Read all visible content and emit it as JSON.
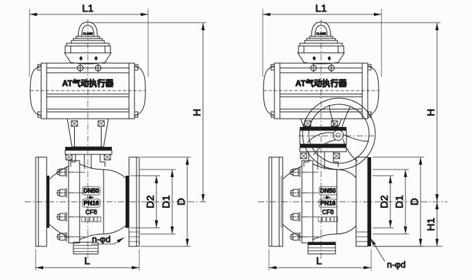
{
  "colors": {
    "line": "#1c1c1c",
    "background": "#fcfcfb",
    "raised_face_fill": "#1c1c1c"
  },
  "left_figure": {
    "description": "flanged ball valve with pneumatic actuator, front section view",
    "dims": {
      "l1": "L1",
      "h": "H",
      "d2": "D2",
      "d1": "D1",
      "d": "D",
      "l": "L",
      "bolt_holes": "n-φd"
    },
    "labels": {
      "actuator": "AT气动执行器",
      "indicator": "CLOSE",
      "nominal_diameter": "DN50",
      "pressure_rating": "PN16",
      "body_material": "CF8"
    }
  },
  "right_figure": {
    "description": "flanged ball valve with pneumatic actuator and manual handwheel override",
    "dims": {
      "l1": "L1",
      "h": "H",
      "h1": "H1",
      "d2": "D2",
      "d1": "D1",
      "d": "D",
      "l": "L",
      "bolt_holes": "n-φd"
    },
    "labels": {
      "actuator": "AT气动执行器",
      "indicator": "CLOSE",
      "nominal_diameter": "DN50",
      "pressure_rating": "PN16",
      "body_material": "CF8"
    }
  }
}
